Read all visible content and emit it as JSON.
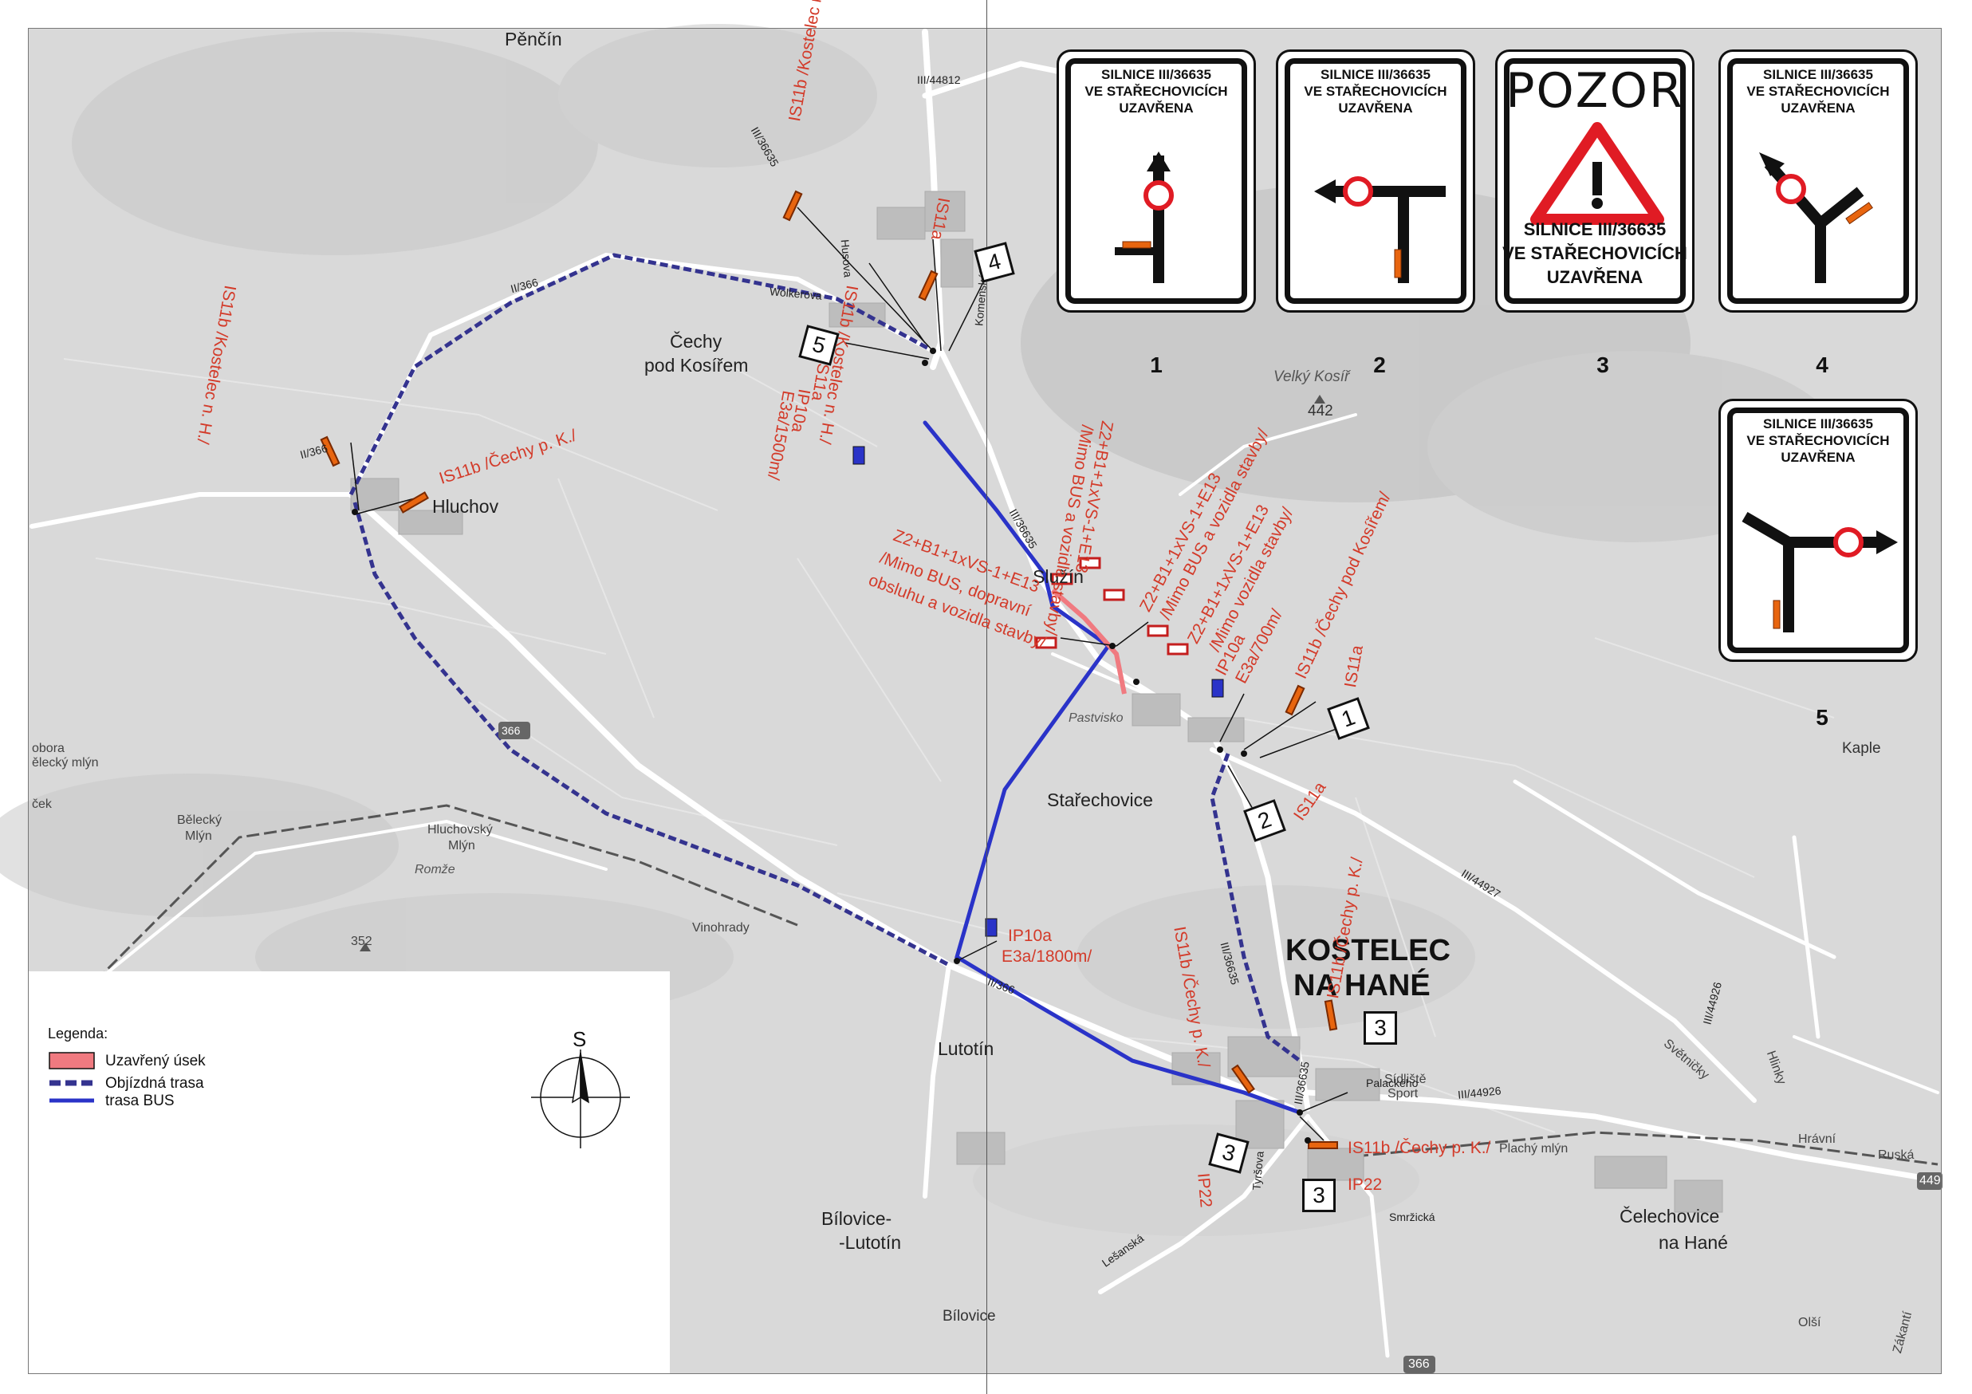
{
  "places": {
    "pencin": "Pěnčín",
    "cechy1": "Čechy",
    "cechy2": "pod Kosířem",
    "hluchov": "Hluchov",
    "sluzin": "Služín",
    "starechovice": "Stařechovice",
    "kostelec1": "KOSTELEC",
    "kostelec2": "NA HANÉ",
    "lutotin": "Lutotín",
    "bilovice_lutotin1": "Bílovice-",
    "bilovice_lutotin2": "-Lutotín",
    "bilovice": "Bílovice",
    "celechovice1": "Čelechovice",
    "celechovice2": "na Hané",
    "kaple": "Kaple",
    "velky_kosir": "Velký Kosíř",
    "elev_442": "442",
    "elev_352": "352",
    "pastvisko": "Pastvisko",
    "vinohrady": "Vinohrady",
    "romze": "Romže",
    "belecky_mlyn1": "Bělecký",
    "belecky_mlyn2": "Mlýn",
    "hluchovsky1": "Hluchovský",
    "hluchovsky2": "Mlýn",
    "obora": "obora",
    "belecky_left": "ělecký mlýn",
    "cek": "ček",
    "sidliste1": "Sídliště",
    "sidliste2": "Sport",
    "placky_mlyn": "Plachý mlýn",
    "svetnicky": "Světničky",
    "hlinky": "Hlinky",
    "hravni": "Hrávní",
    "ruska": "Ruská",
    "olsi": "Olší",
    "zakanti": "Zákantí",
    "road_449": "449",
    "road_366_bottom": "366"
  },
  "roads": {
    "r44812": "III/44812",
    "r36635_top": "III/36635",
    "r36635_mid": "III/36635",
    "r36635_kost": "III/36635",
    "r36635_town": "III/36635",
    "r366_top": "II/366",
    "r366_hluchov": "II/366",
    "r366_mid": "II/366",
    "r366_badge": "366",
    "r44927": "III/44927",
    "r44926": "III/44926",
    "r44926b": "III/44926",
    "wolkerova": "Wolkerova",
    "husova": "Husova",
    "komenskeho": "Komenského",
    "palackeho": "Palackého",
    "tyrsova": "Tyršova",
    "lesanska": "Lešanská",
    "smrzicka": "Smržická"
  },
  "annotations": {
    "is11b_kostelec_top": "IS11b /Kostelec n. H./",
    "is11b_kostelec_mid": "IS11b /Kostelec n. H./",
    "is11b_kostelec_left": "IS11b /Kostelec n. H./",
    "is11a_top": "IS11a",
    "is11a_cechy": "IS11a",
    "ip10a_cechy": "IP10a",
    "e3a_1500": "E3a/1500m/",
    "is11b_cechy_hluchov": "IS11b /Čechy p. K./",
    "z2_bus_1": "Z2+B1+1xVS-1+E13",
    "z2_bus_2": "/Mimo BUS a vozidla stavby/",
    "z2_left_1": "Z2+B1+1xVS-1+E13",
    "z2_left_2": "/Mimo BUS, dopravní",
    "z2_left_3": "obsluhu a vozidla stavby/",
    "z2_mid_1": "Z2+B1+1xVS-1+E13",
    "z2_mid_2": "/Mimo BUS a vozidla stavby/",
    "z2_r_1": "Z2+B1+1xVS-1+E13",
    "z2_r_2": "/Mimo vozidla stavby/",
    "ip10a_700_1": "IP10a",
    "ip10a_700_2": "E3a/700m/",
    "is11b_cechy_star": "IS11b /Čechy pod Kosířem/",
    "is11a_star_1": "IS11a",
    "is11a_star_2": "IS11a",
    "ip10a_1800_1": "IP10a",
    "ip10a_1800_2": "E3a/1800m/",
    "is11b_cechy_k1": "IS11b /Čechy p. K./",
    "is11b_cechy_k2": "IS11b /Čechy p. K./",
    "is11b_cechy_k3": "IS11b /Čechy p. K./",
    "ip22_1": "IP22",
    "ip22_2": "IP22"
  },
  "sign_boxes": {
    "b1": "1",
    "b2": "2",
    "b3a": "3",
    "b3b": "3",
    "b3c": "3",
    "b4": "4",
    "b5": "5"
  },
  "signs": {
    "header": "SILNICE III/36635\nVE STAŘECHOVICÍCH\nUZAVŘENA",
    "pozor_title": "POZOR",
    "pozor_footer": "SILNICE III/36635\nVE STAŘECHOVICÍCH\nUZAVŘENA",
    "n1": "1",
    "n2": "2",
    "n3": "3",
    "n4": "4",
    "n5": "5"
  },
  "legend": {
    "title": "Legenda:",
    "closed": "Uzavřený úsek",
    "detour": "Objízdná trasa",
    "bus": "trasa BUS",
    "compass": "S"
  },
  "colors": {
    "map_bg": "#d9d9d9",
    "road": "#ffffff",
    "detour": "#34338f",
    "bus": "#2a33c8",
    "closed": "#f07a80",
    "annotation": "#d33b2a",
    "sign_orange": "#e8650f"
  }
}
